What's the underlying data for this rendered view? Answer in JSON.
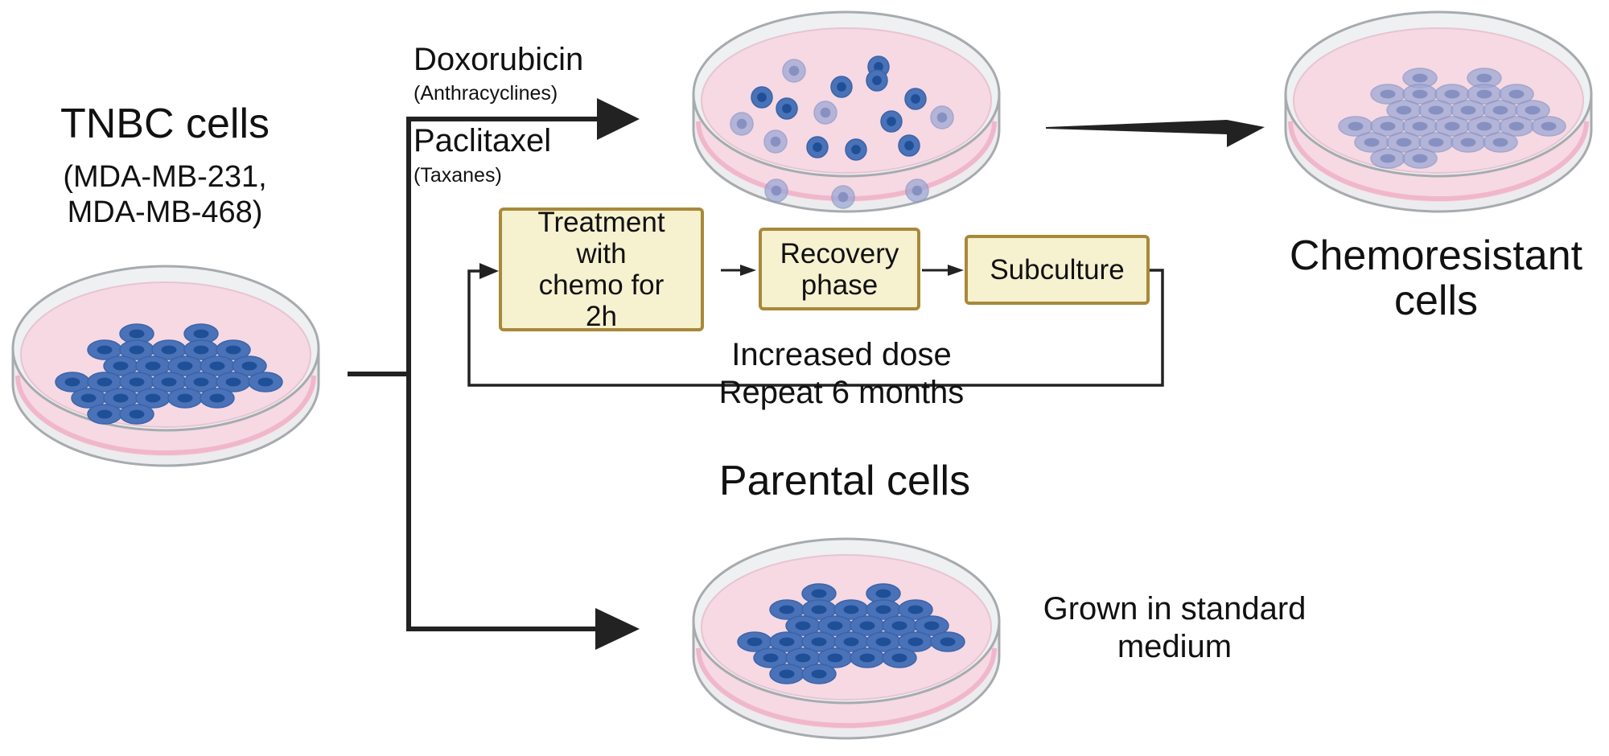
{
  "tnbc": {
    "title": "TNBC cells",
    "lines": [
      "(MDA-MB-231,",
      " MDA-MB-468)"
    ]
  },
  "drugs": {
    "doxorubicin": "Doxorubicin",
    "doxorubicin_class": "(Anthracyclines)",
    "paclitaxel": "Paclitaxel",
    "paclitaxel_class": "(Taxanes)"
  },
  "cycle": {
    "treatment": "Treatment\nwith\nchemo for\n2h",
    "recovery": "Recovery\nphase",
    "subculture": "Subculture",
    "note_line1": "Increased dose",
    "note_line2": "Repeat 6 months"
  },
  "resistant": {
    "line1": "Chemoresistant",
    "line2": "cells"
  },
  "parental": {
    "title": "Parental cells",
    "medium_line1": "Grown in standard",
    "medium_line2": "medium"
  },
  "colors": {
    "dish_rim": "#a7abae",
    "medium_pink": "#f6d9e3",
    "medium_pink_dark": "#f0b7cb",
    "cell_dark": "#4a72b8",
    "cell_nucleus": "#1f4f96",
    "cell_faded": "#9da8d4",
    "box_fill": "#f6f1cf",
    "box_border": "#a8893a",
    "line": "#222222"
  }
}
